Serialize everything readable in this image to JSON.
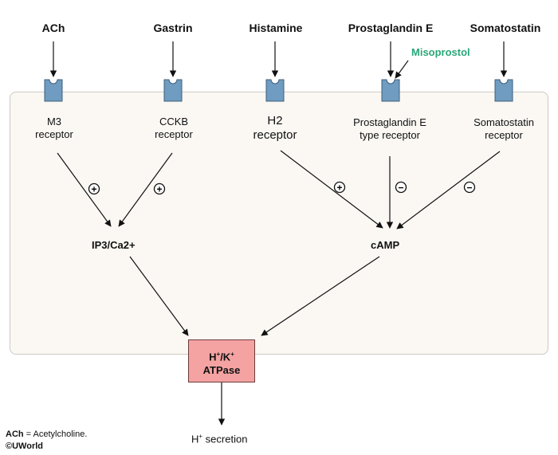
{
  "ligands": {
    "ach": "ACh",
    "gastrin": "Gastrin",
    "histamine": "Histamine",
    "prostaglandin": "Prostaglandin E",
    "somatostatin": "Somatostatin"
  },
  "drug": "Misoprostol",
  "receptors": {
    "m3": [
      "M3",
      "receptor"
    ],
    "cckb": [
      "CCKB",
      "receptor"
    ],
    "h2": [
      "H2",
      "receptor"
    ],
    "pge": [
      "Prostaglandin E",
      "type receptor"
    ],
    "sst": [
      "Somatostatin",
      "receptor"
    ]
  },
  "signs": {
    "m3": "+",
    "cckb": "+",
    "h2": "+",
    "pge": "−",
    "sst": "−"
  },
  "second_messengers": {
    "ip3": "IP3/Ca2+",
    "camp": "cAMP"
  },
  "pump": {
    "line1_a": "H",
    "line1_a_sup": "+",
    "line1_sep": "/K",
    "line1_b_sup": "+",
    "line2": "ATPase"
  },
  "output": {
    "h": "H",
    "sup": "+",
    "rest": " secretion"
  },
  "footer": {
    "abbr": "ACh",
    "abbr_def": " = Acetylcholine.",
    "copyright": "©UWorld"
  },
  "colors": {
    "receptor_fill": "#6f9cc0",
    "drug_text": "#2aa67a",
    "atpase_fill": "#f4a3a2",
    "cell_fill": "#fbf8f4"
  }
}
